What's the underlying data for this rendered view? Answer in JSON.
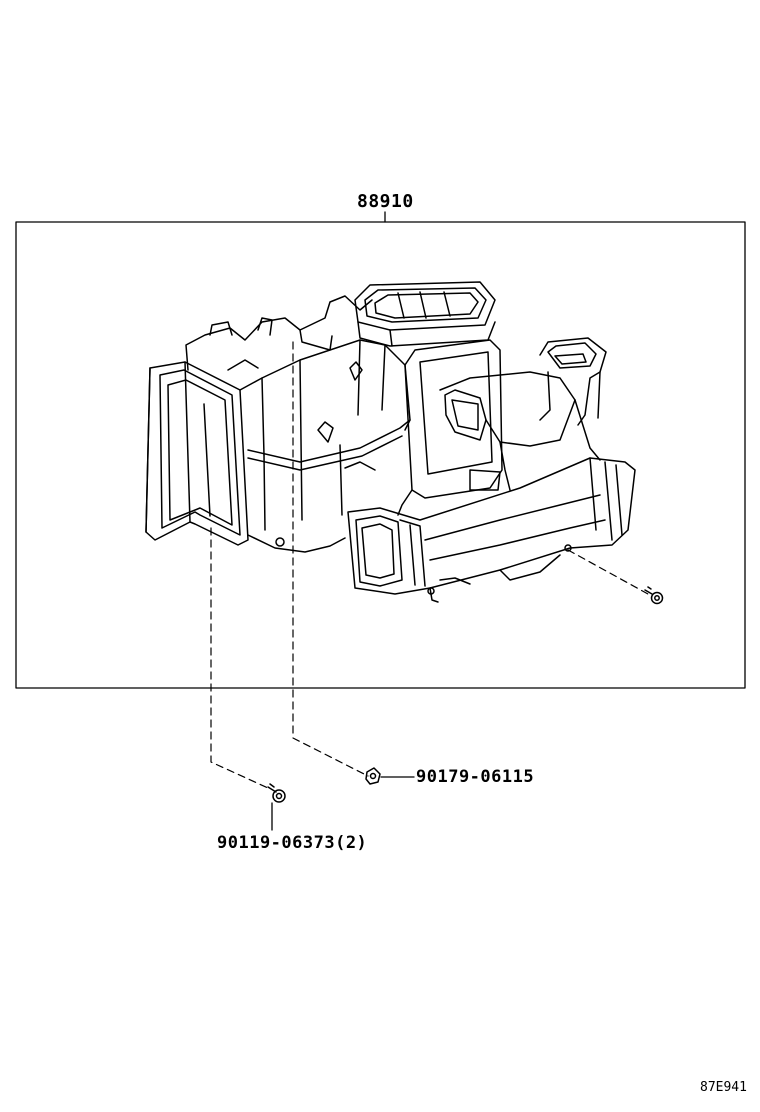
{
  "callouts": {
    "assembly_part_number": "88910",
    "clip_part_number": "90179-06115",
    "screw_part_number": "90119-06373(2)"
  },
  "diagram_code": "87E941",
  "colors": {
    "line": "#000000",
    "background": "#ffffff"
  }
}
